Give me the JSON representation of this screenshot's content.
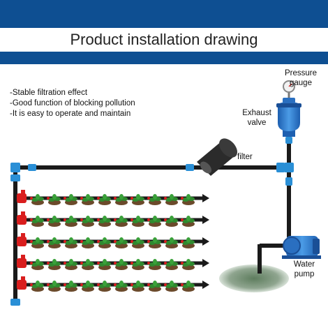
{
  "title": "Product installation drawing",
  "features": [
    "-Stable filtration effect",
    "-Good function of blocking pollution",
    "-It is easy to operate and maintain"
  ],
  "labels": {
    "pressure_gauge": "Pressure gauge",
    "exhaust_valve": "Exhaust valve",
    "filter": "filter",
    "water_pump": "Water pump"
  },
  "colors": {
    "banner": "#0e4f92",
    "pipe": "#1a1a1a",
    "connector": "#2a8fd6",
    "valve": "#d91e1e",
    "plant": "#2f8a2f",
    "soil": "#6b4a2b"
  },
  "layout_counts": {
    "lateral_lines": 5,
    "plants_per_line": 10
  }
}
